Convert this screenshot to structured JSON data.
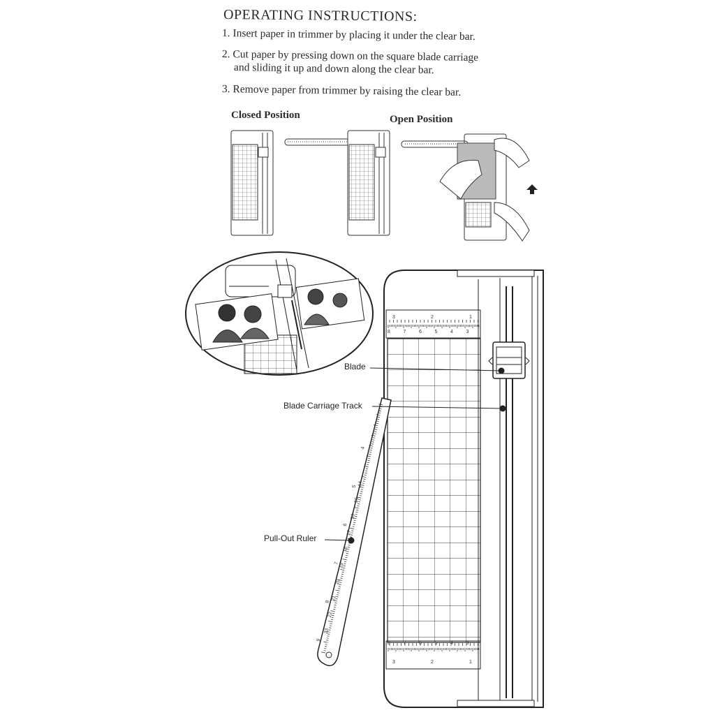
{
  "header": {
    "title": "OPERATING INSTRUCTIONS:"
  },
  "steps": [
    {
      "line1": "1. Insert paper in trimmer by placing it under the clear bar."
    },
    {
      "line1": "2. Cut paper by pressing down on the square blade carriage",
      "line2": "and sliding it up and down along the clear bar."
    },
    {
      "line1": "3. Remove paper from trimmer by raising the clear bar."
    }
  ],
  "positions": {
    "closed": "Closed Position",
    "open": "Open Position"
  },
  "callouts": {
    "blade": "Blade",
    "track": "Blade Carriage Track",
    "ruler": "Pull-Out Ruler"
  },
  "scales": {
    "top_inches": [
      "3",
      "2",
      "1"
    ],
    "top_cm": [
      "8",
      "7",
      "6",
      "5",
      "4",
      "3"
    ],
    "bottom_cm": [
      "8",
      "7",
      "6",
      "5",
      "4",
      "3"
    ],
    "bottom_inches": [
      "3",
      "2",
      "1"
    ],
    "ruler_inches": [
      "4",
      "5",
      "6",
      "7",
      "8",
      "9"
    ],
    "ruler_cm": [
      "14",
      "15",
      "16",
      "17",
      "18",
      "19",
      "20",
      "21",
      "22",
      "23"
    ]
  }
}
